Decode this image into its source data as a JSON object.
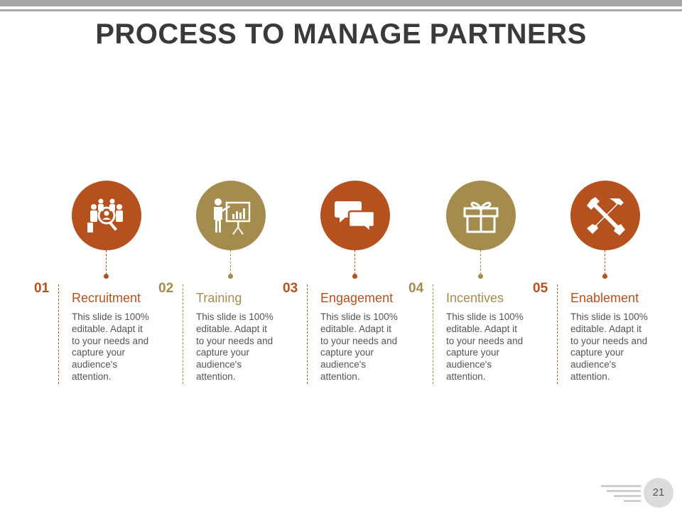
{
  "title": "PROCESS TO MANAGE PARTNERS",
  "colors": {
    "rust": "#b5511f",
    "olive": "#a48c4e",
    "gray": "#a6a6a6"
  },
  "steps": [
    {
      "number": "01",
      "title": "Recruitment",
      "description": "This slide is 100% editable. Adapt it to your needs and capture your audience's attention.",
      "icon": "recruitment-icon",
      "color": "#b5511f"
    },
    {
      "number": "02",
      "title": "Training",
      "description": "This slide is 100% editable. Adapt it to your needs and capture your audience's attention.",
      "icon": "presentation-icon",
      "color": "#a48c4e"
    },
    {
      "number": "03",
      "title": "Engagement",
      "description": "This slide is 100% editable. Adapt it to your needs and capture your audience's attention.",
      "icon": "chat-bubbles-icon",
      "color": "#b5511f"
    },
    {
      "number": "04",
      "title": "Incentives",
      "description": "This slide is 100% editable. Adapt it to your needs and capture your audience's attention.",
      "icon": "gift-icon",
      "color": "#a48c4e"
    },
    {
      "number": "05",
      "title": "Enablement",
      "description": "This slide is 100% editable. Adapt it to your needs and capture your audience's attention.",
      "icon": "tools-icon",
      "color": "#b5511f"
    }
  ],
  "page_number": "21"
}
